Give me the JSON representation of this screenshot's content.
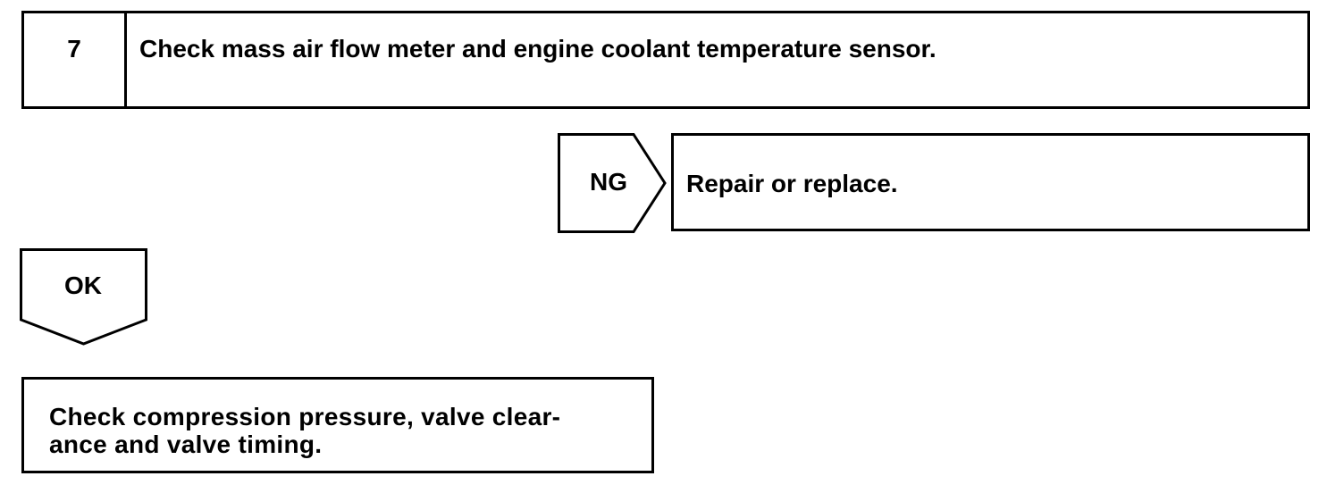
{
  "step": {
    "number": "7",
    "title": "Check mass air flow meter and engine coolant temperature sensor."
  },
  "ng_branch": {
    "label": "NG",
    "action": "Repair or replace."
  },
  "ok_branch": {
    "label": "OK"
  },
  "next_step": {
    "line1": "Check compression pressure, valve clear-",
    "line2": "ance and valve timing."
  }
}
